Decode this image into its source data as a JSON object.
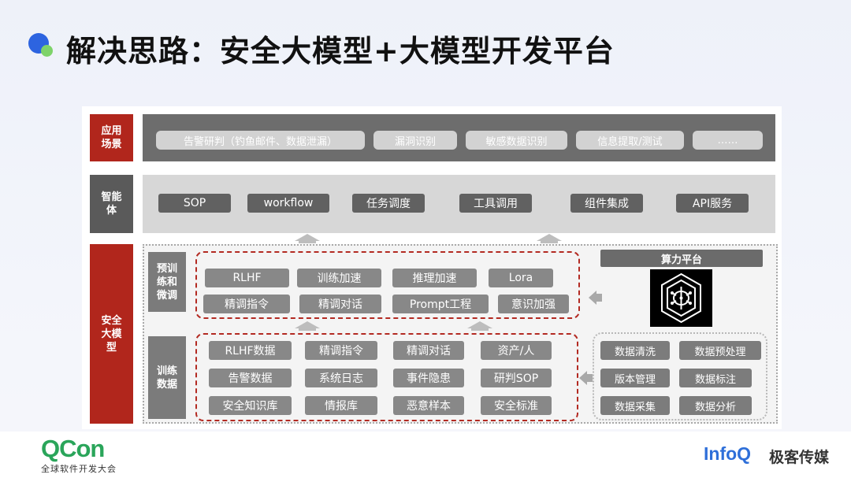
{
  "title": "解决思路：安全大模型+大模型开发平台",
  "layers": {
    "application": {
      "label": "应用\n场景",
      "items": [
        "告警研判（钓鱼邮件、数据泄漏）",
        "漏洞识别",
        "敏感数据识别",
        "信息提取/测试",
        "……"
      ]
    },
    "agent": {
      "label": "智能\n体",
      "items": [
        "SOP",
        "workflow",
        "任务调度",
        "工具调用",
        "组件集成",
        "API服务"
      ]
    },
    "security_model": {
      "label": "安全\n大模\n型",
      "pretrain": {
        "label": "预训\n练和\n微调",
        "items": [
          "RLHF",
          "训练加速",
          "推理加速",
          "Lora",
          "精调指令",
          "精调对话",
          "Prompt工程",
          "意识加强"
        ]
      },
      "training_data": {
        "label": "训练\n数据",
        "items": [
          "RLHF数据",
          "精调指令",
          "精调对话",
          "资产/人",
          "告警数据",
          "系统日志",
          "事件隐患",
          "研判SOP",
          "安全知识库",
          "情报库",
          "恶意样本",
          "安全标准"
        ]
      }
    }
  },
  "compute_platform": {
    "title": "算力平台",
    "icon": "ai-chip-icon"
  },
  "data_tools": [
    "数据清洗",
    "数据预处理",
    "版本管理",
    "数据标注",
    "数据采集",
    "数据分析"
  ],
  "footer": {
    "qcon_brand": "QCon",
    "qcon_sub": "全球软件开发大会",
    "infoq_brand": "InfoQ",
    "infoq_cn": "极客传媒"
  },
  "colors": {
    "red": "#b1261c",
    "dark_gray": "#6d6d6d",
    "light_gray": "#d7d7d7",
    "qcon_green": "#2aa55a",
    "infoq_blue": "#2e6fd9"
  }
}
